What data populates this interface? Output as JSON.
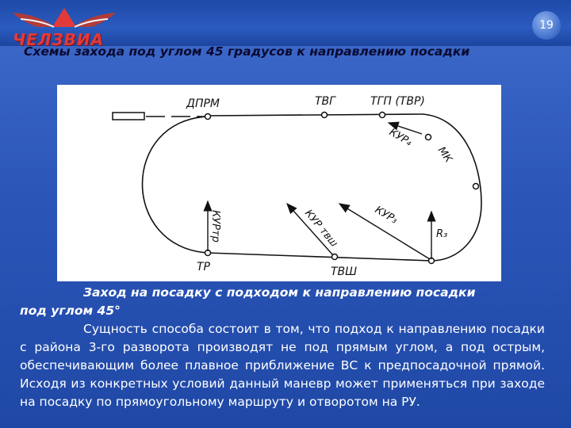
{
  "logo": {
    "text": "ЧЕЛЗВИА"
  },
  "page_number": "19",
  "title": "Схемы захода под углом 45 градусов к направлению посадки",
  "diagram": {
    "labels": {
      "dprm": "ДПРМ",
      "tvg": "ТВГ",
      "tgp": "ТГП (ТВР)",
      "kur4": "КУР₄",
      "mk": "МК",
      "kur_tr": "КУРтр",
      "kur_tvsh": "КУР твш",
      "kur3": "КУР₃",
      "r3": "R₃",
      "tr": "ТР",
      "tvsh": "ТВШ"
    }
  },
  "body": {
    "heading_line1": "Заход на посадку с подходом к направлению посадки",
    "heading_line2": "под углом 45°",
    "paragraph": "Сущность способа состоит в том, что подход к направлению посадки с района 3-го разворота производят не под прямым углом, а под острым, обеспечивающим более плавное приближение ВС к предпосадочной прямой. Исходя из конкретных условий данный маневр может применяться при заходе на посадку по прямоугольному маршруту и отворотом на РУ."
  },
  "colors": {
    "background_blue": "#2b56b8",
    "title_text": "#0a0a30",
    "body_text": "#ffffff",
    "logo_red": "#e23a3a"
  }
}
